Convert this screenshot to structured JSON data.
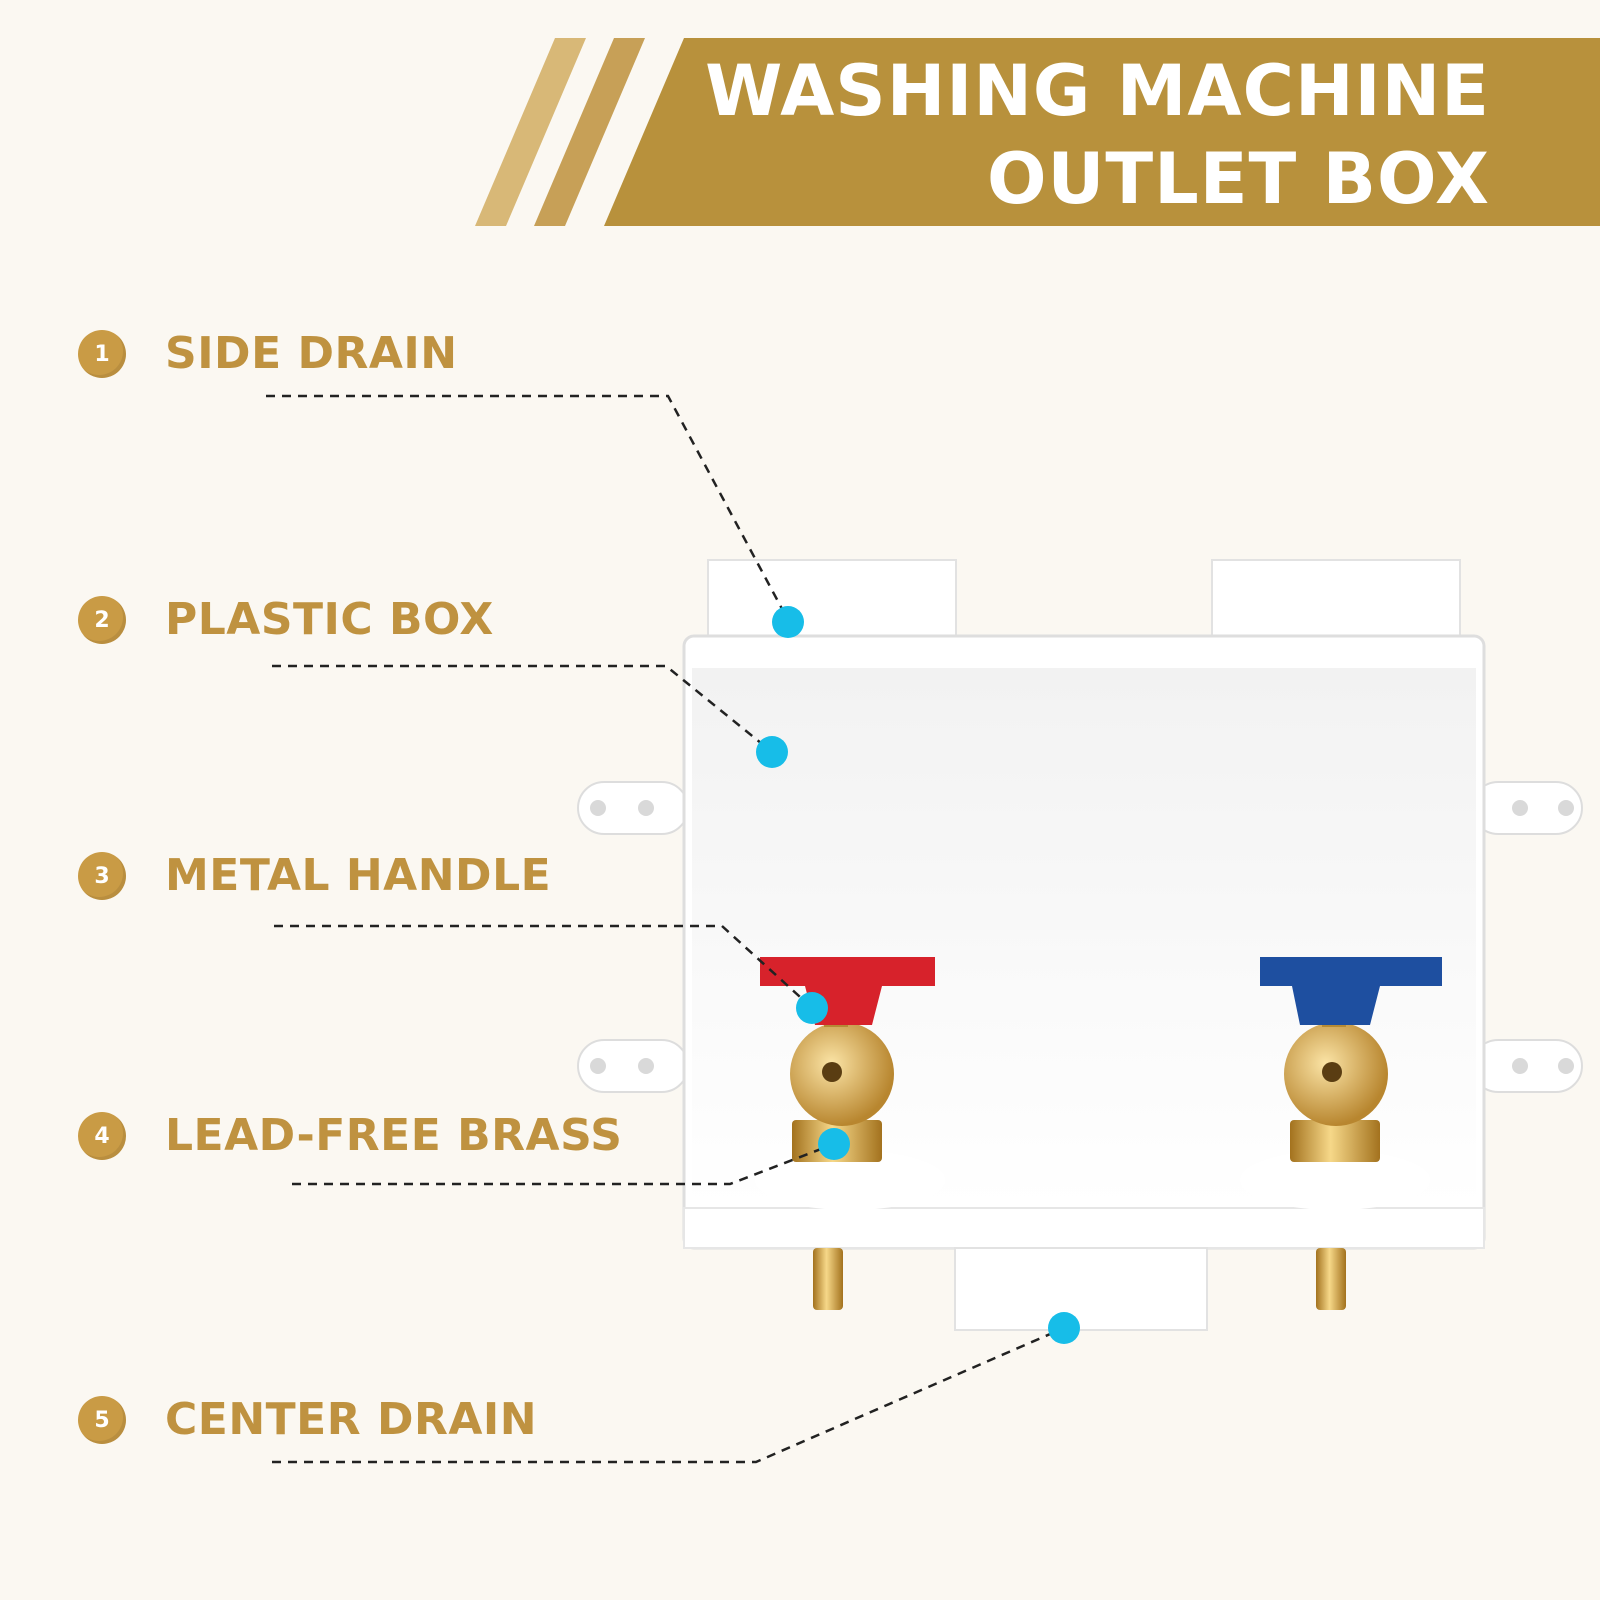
{
  "banner": {
    "line1": "WASHING MACHINE",
    "line2": "OUTLET BOX"
  },
  "features": [
    {
      "number": "1",
      "label": "SIDE DRAIN"
    },
    {
      "number": "2",
      "label": "PLASTIC BOX"
    },
    {
      "number": "3",
      "label": "METAL HANDLE"
    },
    {
      "number": "4",
      "label": "LEAD-FREE BRASS"
    },
    {
      "number": "5",
      "label": "CENTER DRAIN"
    }
  ],
  "colors": {
    "gold": "#b8913c",
    "marker": "#17bde8",
    "background": "#fbf8f2",
    "hot_handle": "#d7222b",
    "cold_handle": "#1e4fa0"
  }
}
